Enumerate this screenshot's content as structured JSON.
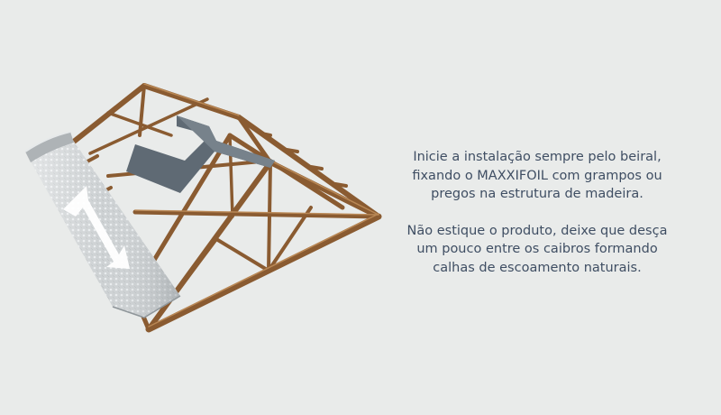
{
  "instructions": {
    "paragraph1": [
      "Inicie a instalação sempre pelo beiral,",
      "fixando o MAXXIFOIL com grampos ou",
      "pregos na estrutura de madeira."
    ],
    "paragraph2": [
      "Não estique o produto, deixe que desça",
      "um pouco entre os caibros formando",
      "calhas de escoamento naturais."
    ]
  },
  "colors": {
    "background": "#e9ebea",
    "text": "#3f4e63",
    "wood": "#9a6a3c",
    "wood_dark": "#6e4523",
    "arrow": "#5f6a74",
    "foil": "#cfd2d4"
  },
  "icons": {
    "direction_arrow": "arrow-icon",
    "stretch_arrow": "double-arrow-icon"
  }
}
